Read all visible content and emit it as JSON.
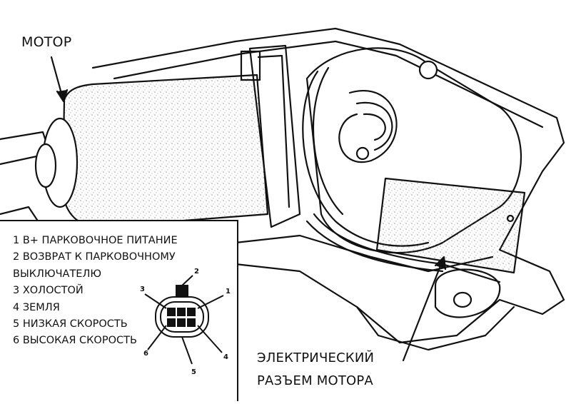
{
  "labels": {
    "motor": "МОТОР",
    "connector_line1": "ЭЛЕКТРИЧЕСКИЙ",
    "connector_line2": "РАЗЪЕМ МОТОРА"
  },
  "legend": [
    "1 В+ ПАРКОВОЧНОЕ ПИТАНИЕ",
    "2 ВОЗВРАТ К ПАРКОВОЧНОМУ",
    "ВЫКЛЮЧАТЕЛЮ",
    "3 ХОЛОСТОЙ",
    "4 ЗЕМЛЯ",
    "5 НИЗКАЯ СКОРОСТЬ",
    "6 ВЫСОКАЯ СКОРОСТЬ"
  ],
  "pins": [
    "1",
    "2",
    "3",
    "4",
    "5",
    "6"
  ],
  "colors": {
    "ink": "#111111",
    "paper": "#ffffff"
  }
}
